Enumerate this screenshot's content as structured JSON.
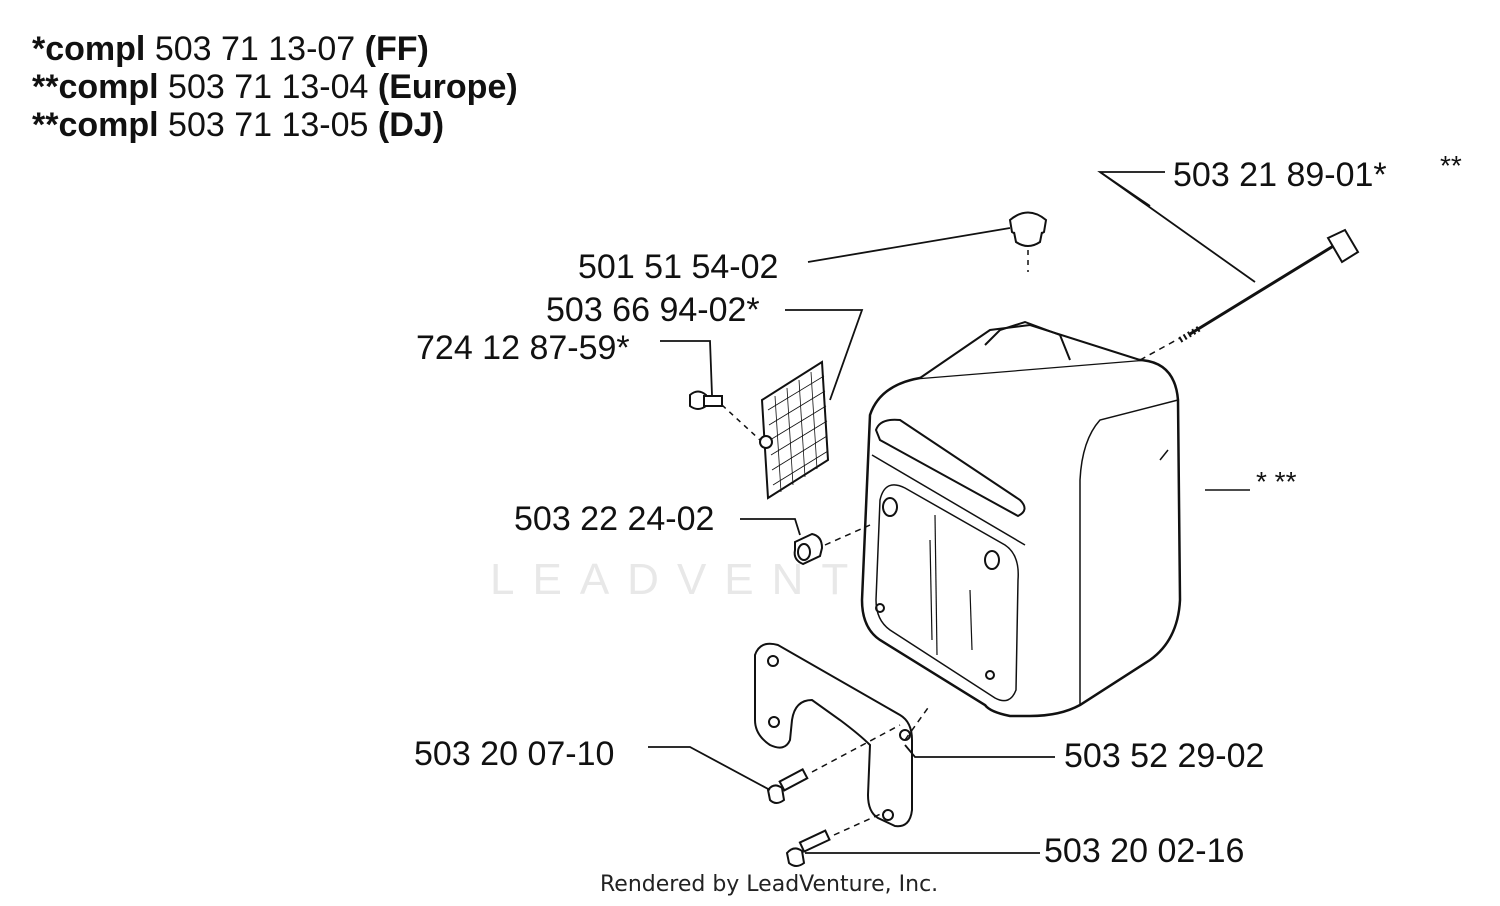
{
  "header": {
    "lines": [
      {
        "prefix": "*compl",
        "number": "503 71 13-07",
        "variant": "(FF)"
      },
      {
        "prefix": "**compl",
        "number": "503 71 13-04",
        "variant": "(Europe)"
      },
      {
        "prefix": "**compl",
        "number": "503 71 13-05",
        "variant": "(DJ)"
      }
    ]
  },
  "parts": {
    "bolt_long": "503 21 89-01*",
    "bolt_long_marker": "**",
    "cap": "501 51 54-02",
    "screen": "503 66 94-02*",
    "screen_screw": "724 12 87-59*",
    "muffler_marker": "* **",
    "spacer": "503 22 24-02",
    "bracket_screw": "503 20 07-10",
    "bracket": "503 52 29-02",
    "bottom_screw": "503 20 02-16"
  },
  "watermark": "LEADVENTURE",
  "footer": "Rendered by LeadVenture, Inc.",
  "colors": {
    "ink": "#111111",
    "watermark": "#e8e8e8"
  }
}
